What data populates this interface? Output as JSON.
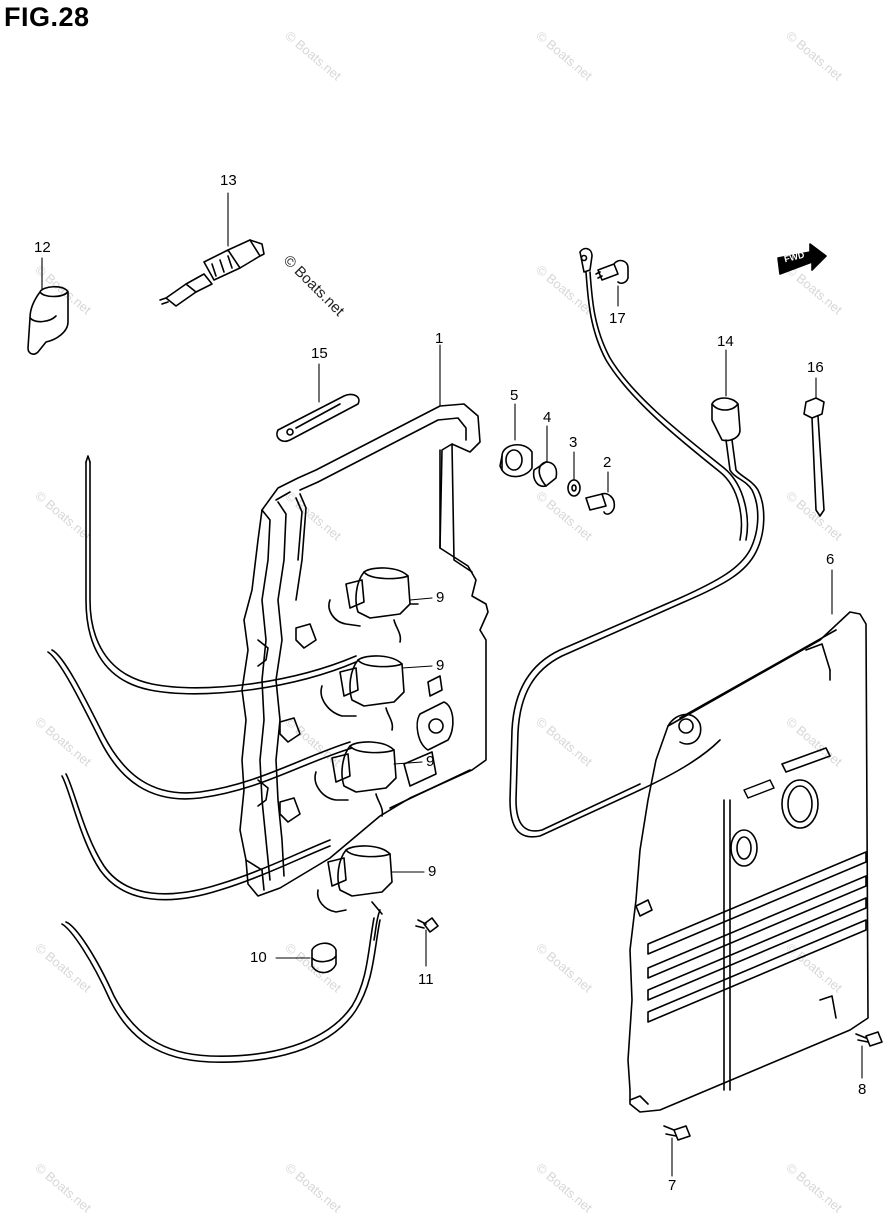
{
  "figure": {
    "title": "FIG.28",
    "watermark": "© Boats.net",
    "fwd_label": "FWD"
  },
  "callouts": [
    "1",
    "2",
    "3",
    "4",
    "5",
    "6",
    "7",
    "8",
    "9",
    "9",
    "9",
    "9",
    "10",
    "11",
    "12",
    "13",
    "14",
    "15",
    "16",
    "17"
  ],
  "colors": {
    "line": "#000000",
    "watermark": "#d7d7d7"
  }
}
